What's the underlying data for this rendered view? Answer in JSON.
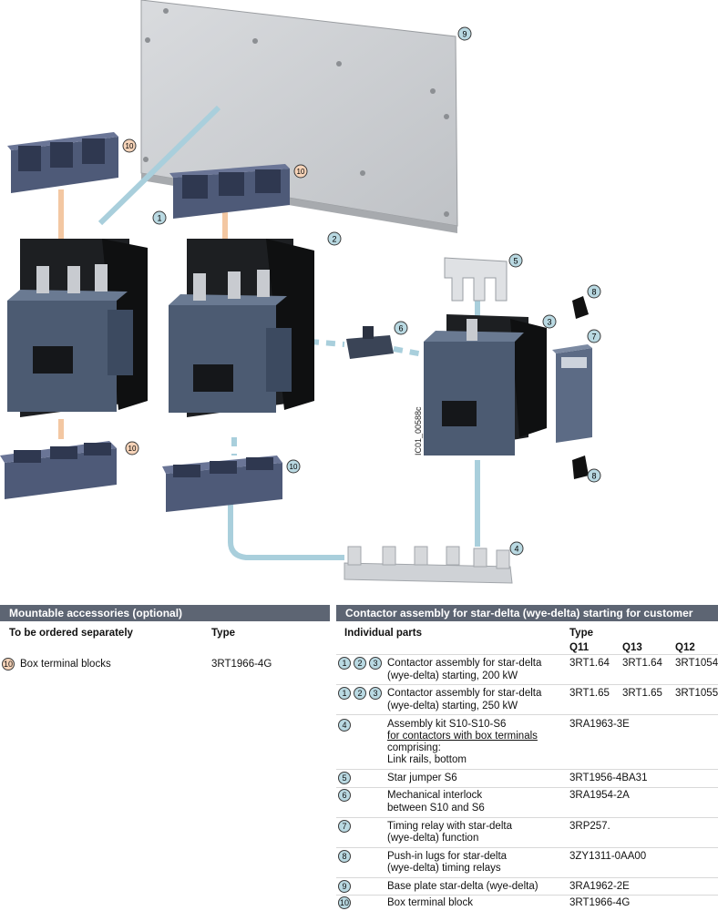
{
  "callouts": {
    "c1": "1",
    "c2": "2",
    "c3": "3",
    "c4": "4",
    "c5": "5",
    "c6": "6",
    "c7": "7",
    "c8a": "8",
    "c8b": "8",
    "c9": "9",
    "c10a": "10",
    "c10b": "10",
    "c10c": "10",
    "c10d": "10"
  },
  "doc_id": "IC01_00588c",
  "colors": {
    "header_bg": "#5d6573",
    "callout_blue": "#b9d9e2",
    "callout_orange": "#f6d3b8",
    "link_blue": "#a9cfdc",
    "link_orange": "#f3c7a2"
  },
  "left_table": {
    "header": "Mountable accessories (optional)",
    "col_item": "To be ordered separately",
    "col_type": "Type",
    "rows": [
      {
        "num": "10",
        "item": "Box terminal blocks",
        "type": "3RT1966-4G"
      }
    ]
  },
  "right_table": {
    "header": "Contactor assembly for star-delta (wye-delta) starting for customer assembly",
    "col_item": "Individual parts",
    "col_type": "Type",
    "col_q11": "Q11",
    "col_q13": "Q13",
    "col_q12": "Q12",
    "rows": [
      {
        "nums": [
          "1",
          "2",
          "3"
        ],
        "item_lines": [
          "Contactor assembly for star-delta",
          "(wye-delta) starting, 200 kW"
        ],
        "q11": "3RT1.64",
        "q13": "3RT1.64",
        "q12": "3RT1054"
      },
      {
        "nums": [
          "1",
          "2",
          "3"
        ],
        "item_lines": [
          "Contactor assembly for star-delta",
          "(wye-delta) starting, 250 kW"
        ],
        "q11": "3RT1.65",
        "q13": "3RT1.65",
        "q12": "3RT1055"
      },
      {
        "nums": [
          "4"
        ],
        "item_lines": [
          "Assembly kit S10-S10-S6",
          "for contactors with box terminals",
          "comprising:",
          "Link rails, bottom"
        ],
        "q11": "3RA1963-3E"
      },
      {
        "nums": [
          "5"
        ],
        "item_lines": [
          "Star jumper S6"
        ],
        "q11": "3RT1956-4BA31"
      },
      {
        "nums": [
          "6"
        ],
        "item_lines": [
          "Mechanical interlock",
          "between S10 and S6"
        ],
        "q11": "3RA1954-2A"
      },
      {
        "nums": [
          "7"
        ],
        "item_lines": [
          "Timing relay with star-delta",
          "(wye-delta) function"
        ],
        "q11": "3RP257."
      },
      {
        "nums": [
          "8"
        ],
        "item_lines": [
          "Push-in lugs for star-delta",
          "(wye-delta) timing relays"
        ],
        "q11": "3ZY1311-0AA00"
      },
      {
        "nums": [
          "9"
        ],
        "item_lines": [
          "Base plate star-delta (wye-delta)"
        ],
        "q11": "3RA1962-2E"
      },
      {
        "nums": [
          "10"
        ],
        "item_lines": [
          "Box terminal block"
        ],
        "q11": "3RT1966-4G"
      }
    ]
  }
}
